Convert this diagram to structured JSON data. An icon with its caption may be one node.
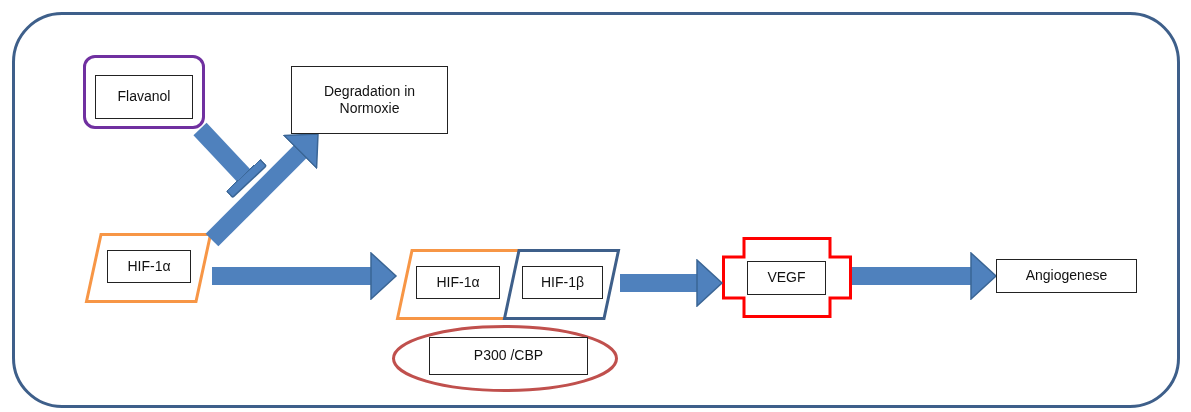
{
  "diagram": {
    "nodes": [
      {
        "text": [],
        "shape": "box"
      },
      {
        "text": [],
        "shape": "box",
        "in": 0
      },
      {
        "text": [
          "Flavanol"
        ],
        "in": 1
      },
      {
        "text": [
          "Degradation in Normoxie"
        ],
        "in": 0
      },
      {
        "text": [],
        "shape": "parallelogram",
        "in": 0
      },
      {
        "text": [
          "HIF-1α"
        ],
        "in": 4
      },
      {
        "text": [],
        "shape": "parallelogram",
        "in": 0
      },
      {
        "text": [
          "HIF-1α"
        ],
        "in": 6
      },
      {
        "text": [],
        "shape": "parallelogram",
        "in": 0
      },
      {
        "text": [
          "HIF-1β"
        ],
        "in": 8
      },
      {
        "text": [],
        "shape": "ellipse",
        "in": 0
      },
      {
        "text": [
          "P300 /CBP"
        ],
        "in": 10
      },
      {
        "text": [],
        "shape": "cross",
        "in": 0
      },
      {
        "text": [
          "VEGF"
        ],
        "in": 12
      },
      {
        "text": [
          "Angiogenese"
        ],
        "in": 0
      }
    ],
    "edges": [
      {
        "from": 4,
        "to": 3,
        "arrow": "to"
      },
      {
        "from": 4,
        "to": 6,
        "arrow": "to"
      },
      {
        "from": 8,
        "to": 12,
        "arrow": "to"
      },
      {
        "from": 12,
        "to": 14,
        "arrow": "to"
      },
      {
        "from": 1,
        "to": null,
        "arrow": "other"
      }
    ]
  }
}
